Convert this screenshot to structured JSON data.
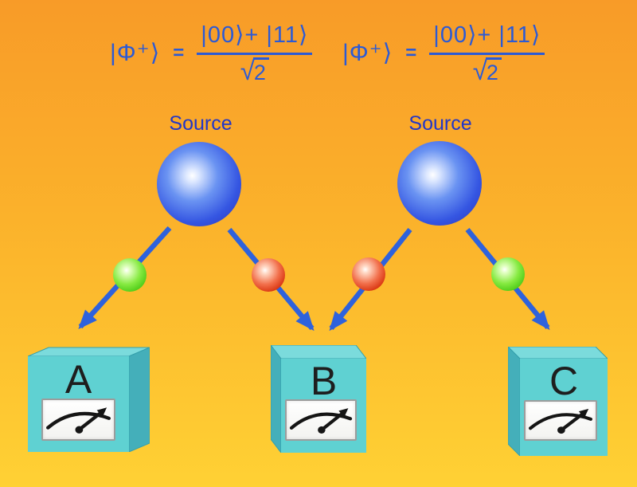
{
  "equations": [
    {
      "state": "|Φ⁺⟩",
      "equals": "=",
      "numerator": "|00⟩+ |11⟩",
      "radical": "√",
      "radicand": "2"
    },
    {
      "state": "|Φ⁺⟩",
      "equals": "=",
      "numerator": "|00⟩+ |11⟩",
      "radical": "√",
      "radicand": "2"
    }
  ],
  "sources": [
    {
      "label": "Source"
    },
    {
      "label": "Source"
    }
  ],
  "detectors": [
    {
      "label": "A"
    },
    {
      "label": "B"
    },
    {
      "label": "C"
    }
  ],
  "particles": [
    {
      "name": "left-green",
      "color": "green"
    },
    {
      "name": "left-red",
      "color": "red"
    },
    {
      "name": "right-red",
      "color": "red"
    },
    {
      "name": "right-green",
      "color": "green"
    }
  ],
  "colors": {
    "background-top": "#F89B28",
    "background-mid": "#FBB22B",
    "background-bottom": "#FFD134",
    "equation-blue": "#2B5AD6",
    "source-label-blue": "#2236C8",
    "arrow-blue": "#2E62DC",
    "sphere-blue": "#3052E0",
    "particle-green": "#44C611",
    "particle-red": "#D42A05",
    "box-front": "#5FD1D2",
    "box-top": "#7BDBDC",
    "box-side": "#44AFBA",
    "detector-letter": "#1E1E1E",
    "meter-border": "#9C9C9C",
    "meter-needle": "#151515"
  }
}
